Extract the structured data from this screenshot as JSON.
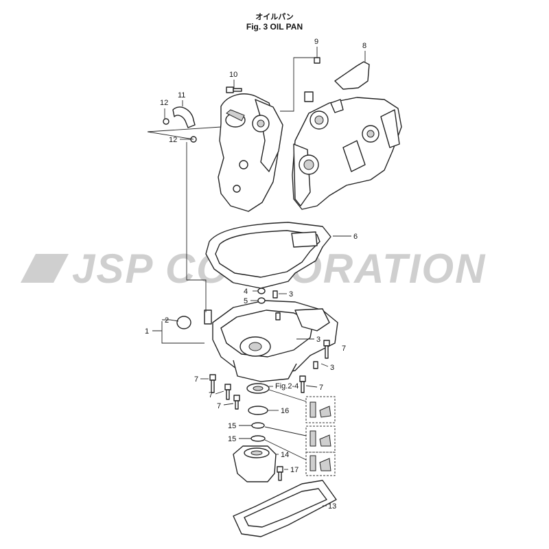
{
  "title": {
    "japanese": "オイルパン",
    "english": "Fig. 3    OIL PAN"
  },
  "watermark": "JSP CORPORATION",
  "callouts": {
    "c1": "1",
    "c2": "2",
    "c3a": "3",
    "c3b": "3",
    "c3c": "3",
    "c4": "4",
    "c5": "5",
    "c6": "6",
    "c7a": "7",
    "c7b": "7",
    "c7c": "7",
    "c7d": "7",
    "c7e": "7",
    "c8": "8",
    "c9": "9",
    "c10": "10",
    "c11": "11",
    "c12a": "12",
    "c12b": "12",
    "c13": "13",
    "c14": "14",
    "c15a": "15",
    "c15b": "15",
    "c16": "16",
    "c17": "17",
    "fig_ref": "Fig.2-4"
  },
  "colors": {
    "line": "#222222",
    "watermark": "#cfcfcf",
    "shade": "#cfcfcf"
  }
}
